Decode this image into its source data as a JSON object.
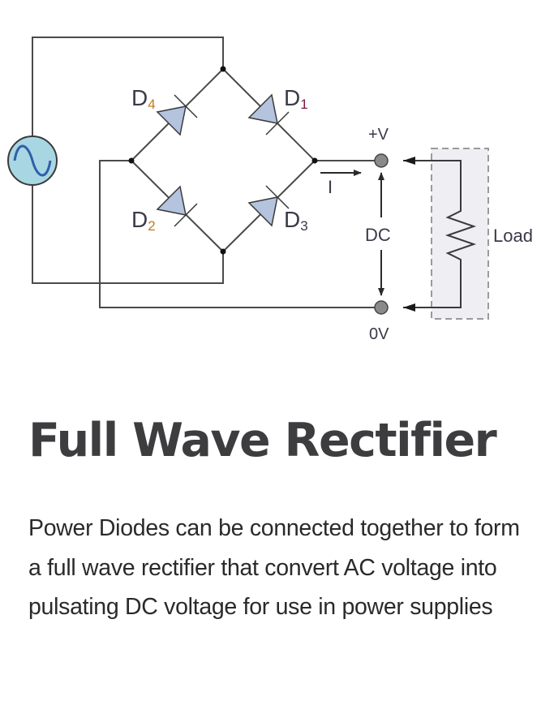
{
  "diagram": {
    "labels": {
      "d4": {
        "main": "D",
        "sub": "4"
      },
      "d1": {
        "main": "D",
        "sub": "1"
      },
      "d2": {
        "main": "D",
        "sub": "2"
      },
      "d3": {
        "main": "D",
        "sub": "3"
      },
      "current": "I",
      "positive_terminal": "+V",
      "zero_terminal": "0V",
      "dc": "DC",
      "load": "Load"
    },
    "colors": {
      "wire": "#4a4a4a",
      "diode_fill": "#b4c3de",
      "source_fill": "#a9d6e3",
      "source_wave": "#2f5fa8",
      "terminal_fill": "#8a8a8a",
      "load_box_fill": "#efeef2",
      "label_accent": "#c07a1c"
    }
  },
  "article": {
    "title": "Full Wave Rectifier",
    "description": "Power Diodes can be connected together to form a full wave rectifier that convert AC voltage into pulsating DC voltage for use in power supplies"
  }
}
